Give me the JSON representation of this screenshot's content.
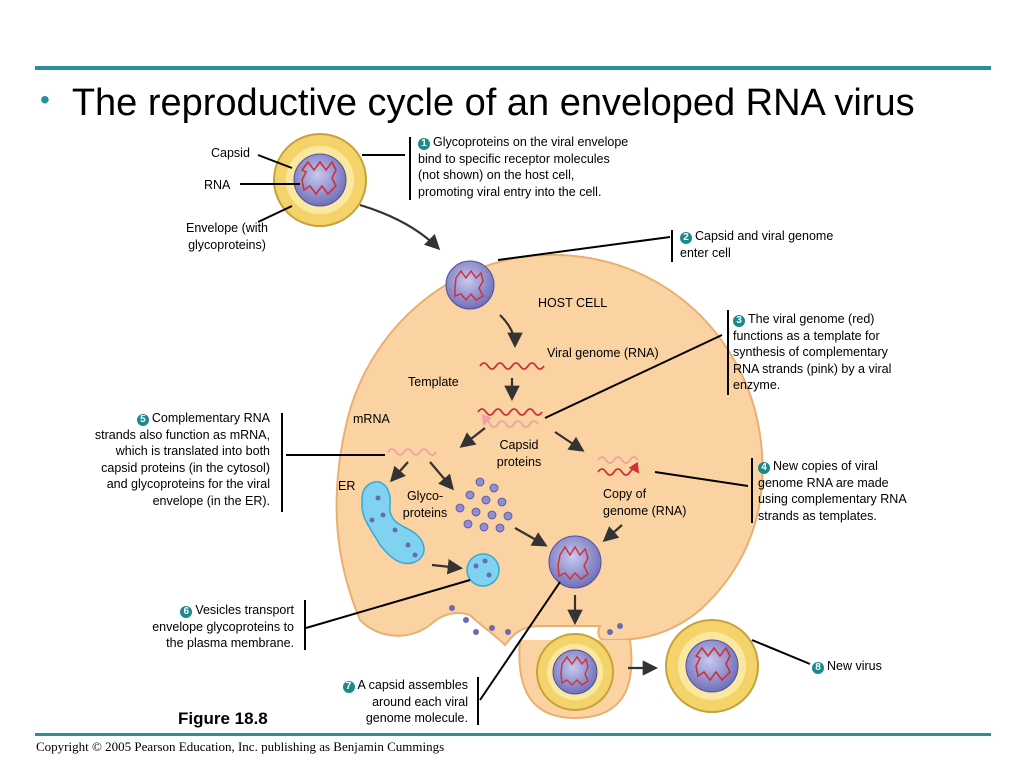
{
  "title": "The reproductive cycle of an enveloped RNA virus",
  "figure_label": "Figure 18.8",
  "copyright": "Copyright © 2005 Pearson Education, Inc. publishing as Benjamin Cummings",
  "labels": {
    "capsid": "Capsid",
    "rna": "RNA",
    "envelope_1": "Envelope (with",
    "envelope_2": "glycoproteins)",
    "host_cell": "HOST CELL",
    "viral_genome": "Viral genome (RNA)",
    "template": "Template",
    "mrna": "mRNA",
    "capsid_proteins_1": "Capsid",
    "capsid_proteins_2": "proteins",
    "er": "ER",
    "glycoproteins_1": "Glyco-",
    "glycoproteins_2": "proteins",
    "copy_genome_1": "Copy of",
    "copy_genome_2": "genome (RNA)"
  },
  "steps": [
    {
      "num": "1",
      "lines": [
        "Glycoproteins on the viral envelope",
        "bind to specific receptor molecules",
        "(not  shown) on the host cell,",
        "promoting viral entry into the cell."
      ]
    },
    {
      "num": "2",
      "lines": [
        "Capsid and viral genome",
        "enter cell"
      ]
    },
    {
      "num": "3",
      "lines": [
        "The viral genome (red)",
        "functions as a template for",
        "synthesis of complementary",
        "RNA strands (pink) by a viral",
        "enzyme."
      ]
    },
    {
      "num": "4",
      "lines": [
        "New copies of viral",
        "genome RNA are made",
        "using complementary RNA",
        "strands as templates."
      ]
    },
    {
      "num": "5",
      "lines": [
        "Complementary RNA",
        "strands also function as mRNA,",
        "which is translated into both",
        "capsid proteins (in the cytosol)",
        "and glycoproteins for the viral",
        "envelope (in the ER)."
      ]
    },
    {
      "num": "6",
      "lines": [
        "Vesicles transport",
        "envelope glycoproteins to",
        "the plasma membrane."
      ]
    },
    {
      "num": "7",
      "lines": [
        "A capsid assembles",
        "around each viral",
        "genome molecule."
      ]
    },
    {
      "num": "8",
      "lines": [
        "New virus"
      ]
    }
  ],
  "colors": {
    "accent_bar": "#2a8f9a",
    "host_cell": "#fbd3a3",
    "host_cell_border": "#e8b070",
    "envelope": "#f4d36a",
    "capsid": "#8f8fd0",
    "genome_red": "#d0303a",
    "complement_pink": "#f0a0a0",
    "er_blue": "#7fd3f0",
    "step_number": "#1a8a8a"
  }
}
